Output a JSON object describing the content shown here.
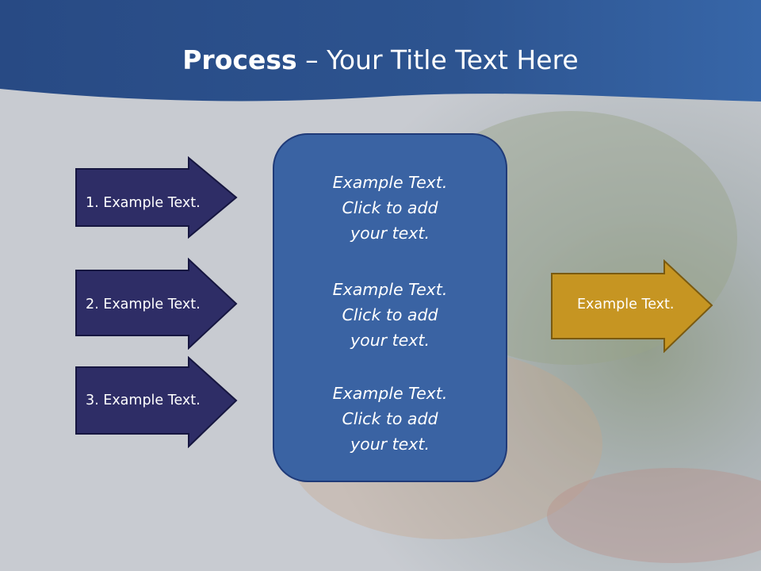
{
  "slide": {
    "title_bold": "Process",
    "title_rest": " – Your Title Text Here"
  },
  "left_arrows": [
    {
      "label": "1. Example Text."
    },
    {
      "label": "2. Example Text."
    },
    {
      "label": "3. Example Text."
    }
  ],
  "center_box": {
    "items": [
      {
        "line1": "Example Text.",
        "line2": "Click  to add",
        "line3": "your text."
      },
      {
        "line1": "Example Text.",
        "line2": "Click  to add",
        "line3": "your text."
      },
      {
        "line1": "Example Text.",
        "line2": "Click  to add",
        "line3": "your text."
      }
    ]
  },
  "right_arrow": {
    "label": "Example Text."
  },
  "colors": {
    "header_band": "#2a4c86",
    "left_arrow_fill": "#2e2d66",
    "center_box_fill": "#3a63a3",
    "right_arrow_fill": "#c69522"
  }
}
